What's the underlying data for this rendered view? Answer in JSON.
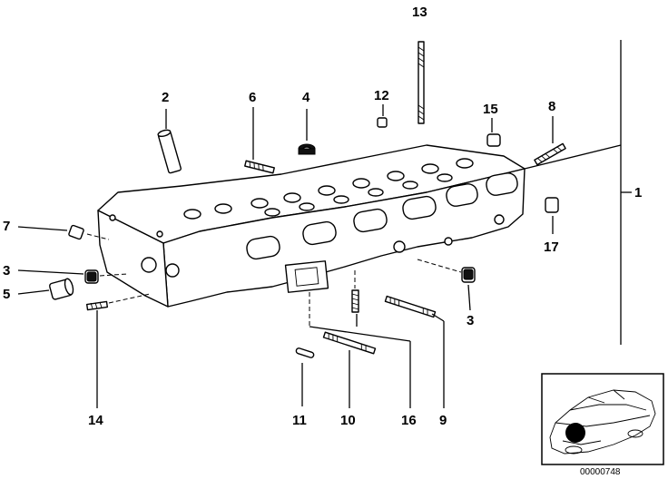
{
  "callouts": {
    "n1": "1",
    "n2": "2",
    "n3a": "3",
    "n3b": "3",
    "n4": "4",
    "n5": "5",
    "n6": "6",
    "n7": "7",
    "n8": "8",
    "n9": "9",
    "n10": "10",
    "n11": "11",
    "n12": "12",
    "n13": "13",
    "n14": "14",
    "n15": "15",
    "n16": "16",
    "n17": "17"
  },
  "inset": {
    "code": "00000748"
  }
}
